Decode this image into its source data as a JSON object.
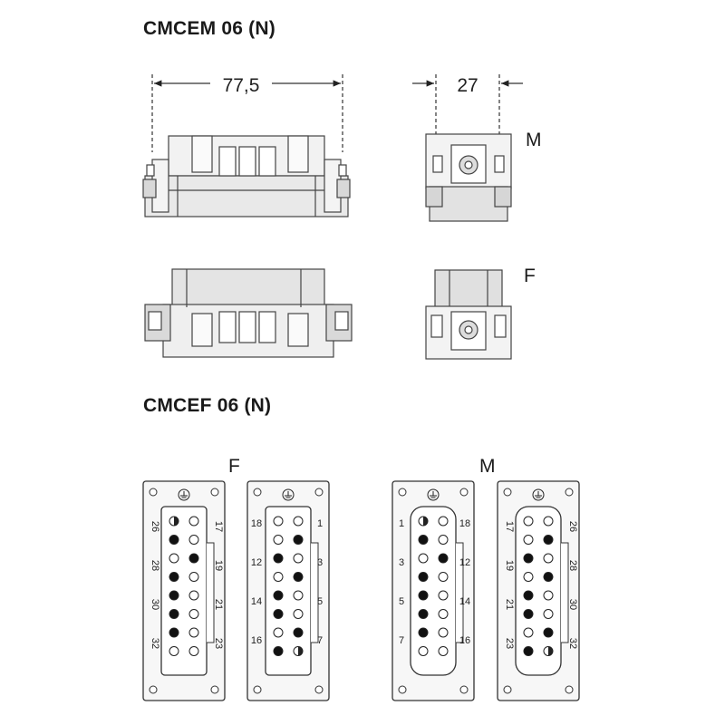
{
  "titles": {
    "male_insert": "CMCEM 06 (N)",
    "female_insert": "CMCEF 06 (N)"
  },
  "view_labels": {
    "male": "M",
    "female": "F"
  },
  "dimensions": {
    "width": "77,5",
    "depth": "27"
  },
  "pin_panels": [
    {
      "gender": "F",
      "left_numbers": [
        "26",
        "28",
        "30",
        "32"
      ],
      "right_numbers": [
        "17",
        "19",
        "21",
        "23"
      ],
      "numbers_rotated": true
    },
    {
      "gender": "F",
      "left_numbers": [
        "18",
        "12",
        "14",
        "16"
      ],
      "right_numbers": [
        "1",
        "3",
        "5",
        "7"
      ],
      "numbers_rotated": false
    },
    {
      "gender": "M",
      "left_numbers": [
        "1",
        "3",
        "5",
        "7"
      ],
      "right_numbers": [
        "18",
        "12",
        "14",
        "16"
      ],
      "numbers_rotated": false
    },
    {
      "gender": "M",
      "left_numbers": [
        "17",
        "19",
        "21",
        "23"
      ],
      "right_numbers": [
        "26",
        "28",
        "30",
        "32"
      ],
      "numbers_rotated": true
    }
  ],
  "pin_states_description": [
    [
      "earth",
      "open",
      "filled",
      "open",
      "open",
      "filled",
      "filled",
      "open",
      "filled",
      "open",
      "filled",
      "open",
      "filled",
      "open",
      "open",
      "open"
    ],
    [
      "open",
      "open",
      "open",
      "filled",
      "filled",
      "open",
      "open",
      "filled",
      "filled",
      "open",
      "filled",
      "open",
      "open",
      "filled",
      "filled",
      "earth"
    ]
  ]
}
